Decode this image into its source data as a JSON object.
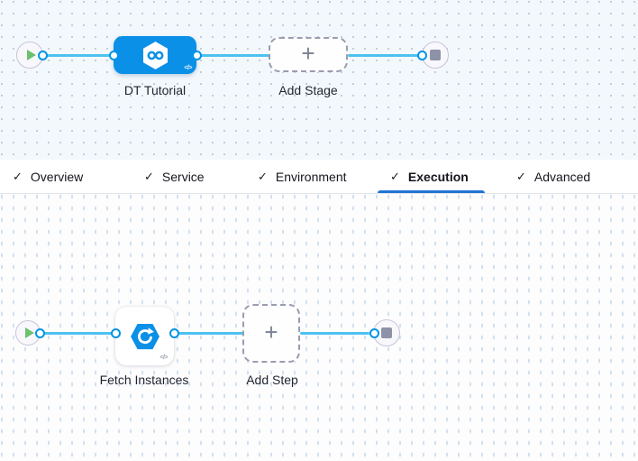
{
  "stage_graph": {
    "stage_name": "DT Tutorial",
    "add_stage_label": "Add Stage",
    "code_badge": "</>"
  },
  "tab_bar": {
    "check_glyph": "✓",
    "tabs": [
      {
        "label": "Overview",
        "checked": true,
        "active": false
      },
      {
        "label": "Service",
        "checked": true,
        "active": false
      },
      {
        "label": "Environment",
        "checked": true,
        "active": false
      },
      {
        "label": "Execution",
        "checked": true,
        "active": true
      },
      {
        "label": "Advanced",
        "checked": true,
        "active": false
      }
    ]
  },
  "execution_graph": {
    "step_name": "Fetch Instances",
    "add_step_label": "Add Step",
    "code_badge": "</>"
  },
  "icons": {
    "plus": "+"
  },
  "colors": {
    "stage_node_blue": "#0b90e7",
    "edge_blue": "#4cc2ef",
    "port_border_blue": "#0094e6",
    "active_tab_underline": "#1f76d3",
    "play_green": "#6cc06e",
    "stop_grey": "#8e92a6",
    "canvas_top_bg": "#f3f8fc",
    "canvas_bottom_bg": "#fdfdfe"
  }
}
